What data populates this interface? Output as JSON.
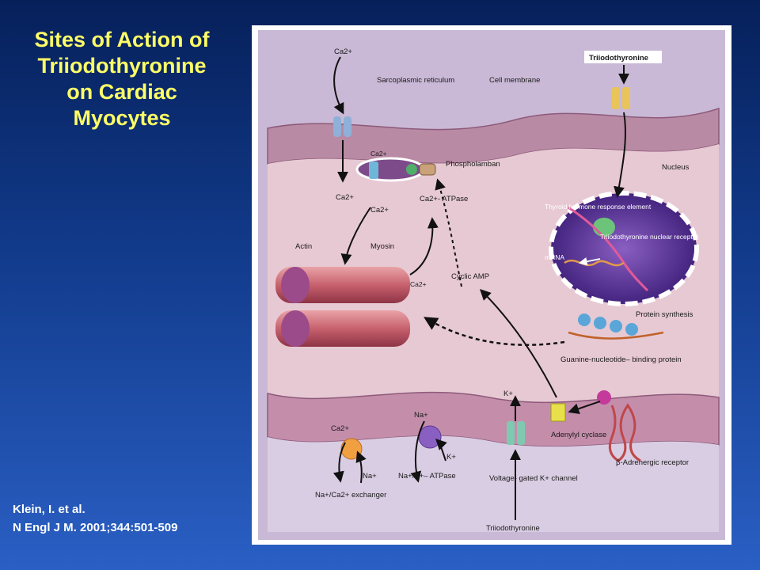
{
  "slide": {
    "title_lines": [
      "Sites of Action of",
      "Triiodothyronine",
      "on Cardiac",
      "Myocytes"
    ],
    "citation_lines": [
      "Klein, I. et al.",
      "N Engl J M. 2001;344:501-509"
    ]
  },
  "diagram": {
    "labels": {
      "ca_top": "Ca2+",
      "triiodothyronine_top": "Triiodothyronine",
      "sarcoplasmic_reticulum": "Sarcoplasmic reticulum",
      "cell_membrane": "Cell membrane",
      "ca_sr": "Ca2+",
      "phospholamban": "Phospholamban",
      "nucleus": "Nucleus",
      "ca_left": "Ca2+",
      "ca_mid": "Ca2+",
      "ca_atpase": "Ca2+- ATPase",
      "thyroid_hormone_response_element": "Thyroid hormone response element",
      "triiodothyronine_nuclear_receptor": "Triiodothyronine nuclear receptor",
      "actin": "Actin",
      "myosin": "Myosin",
      "mrna": "mRNA",
      "cyclic_amp": "Cyclic AMP",
      "ca_myosin": "Ca2+",
      "protein_synthesis": "Protein synthesis",
      "guanine_nucleotide_binding_protein": "Guanine-nucleotide– binding protein",
      "k_plus_top": "K+",
      "ca_exchanger": "Ca2+",
      "na_plus_atpase": "Na+",
      "k_plus_atpase": "K+",
      "na_plus_exchanger": "Na+",
      "na_ca_exchanger": "Na+/Ca2+ exchanger",
      "na_k_atpase": "Na+/K+– ATPase",
      "voltage_gated_k_channel": "Voltage- gated K+ channel",
      "adenylyl_cyclase": "Adenylyl cyclase",
      "beta_adrenergic_receptor": "β-Adrenergic receptor",
      "triiodothyronine_bottom": "Triiodothyronine"
    }
  }
}
